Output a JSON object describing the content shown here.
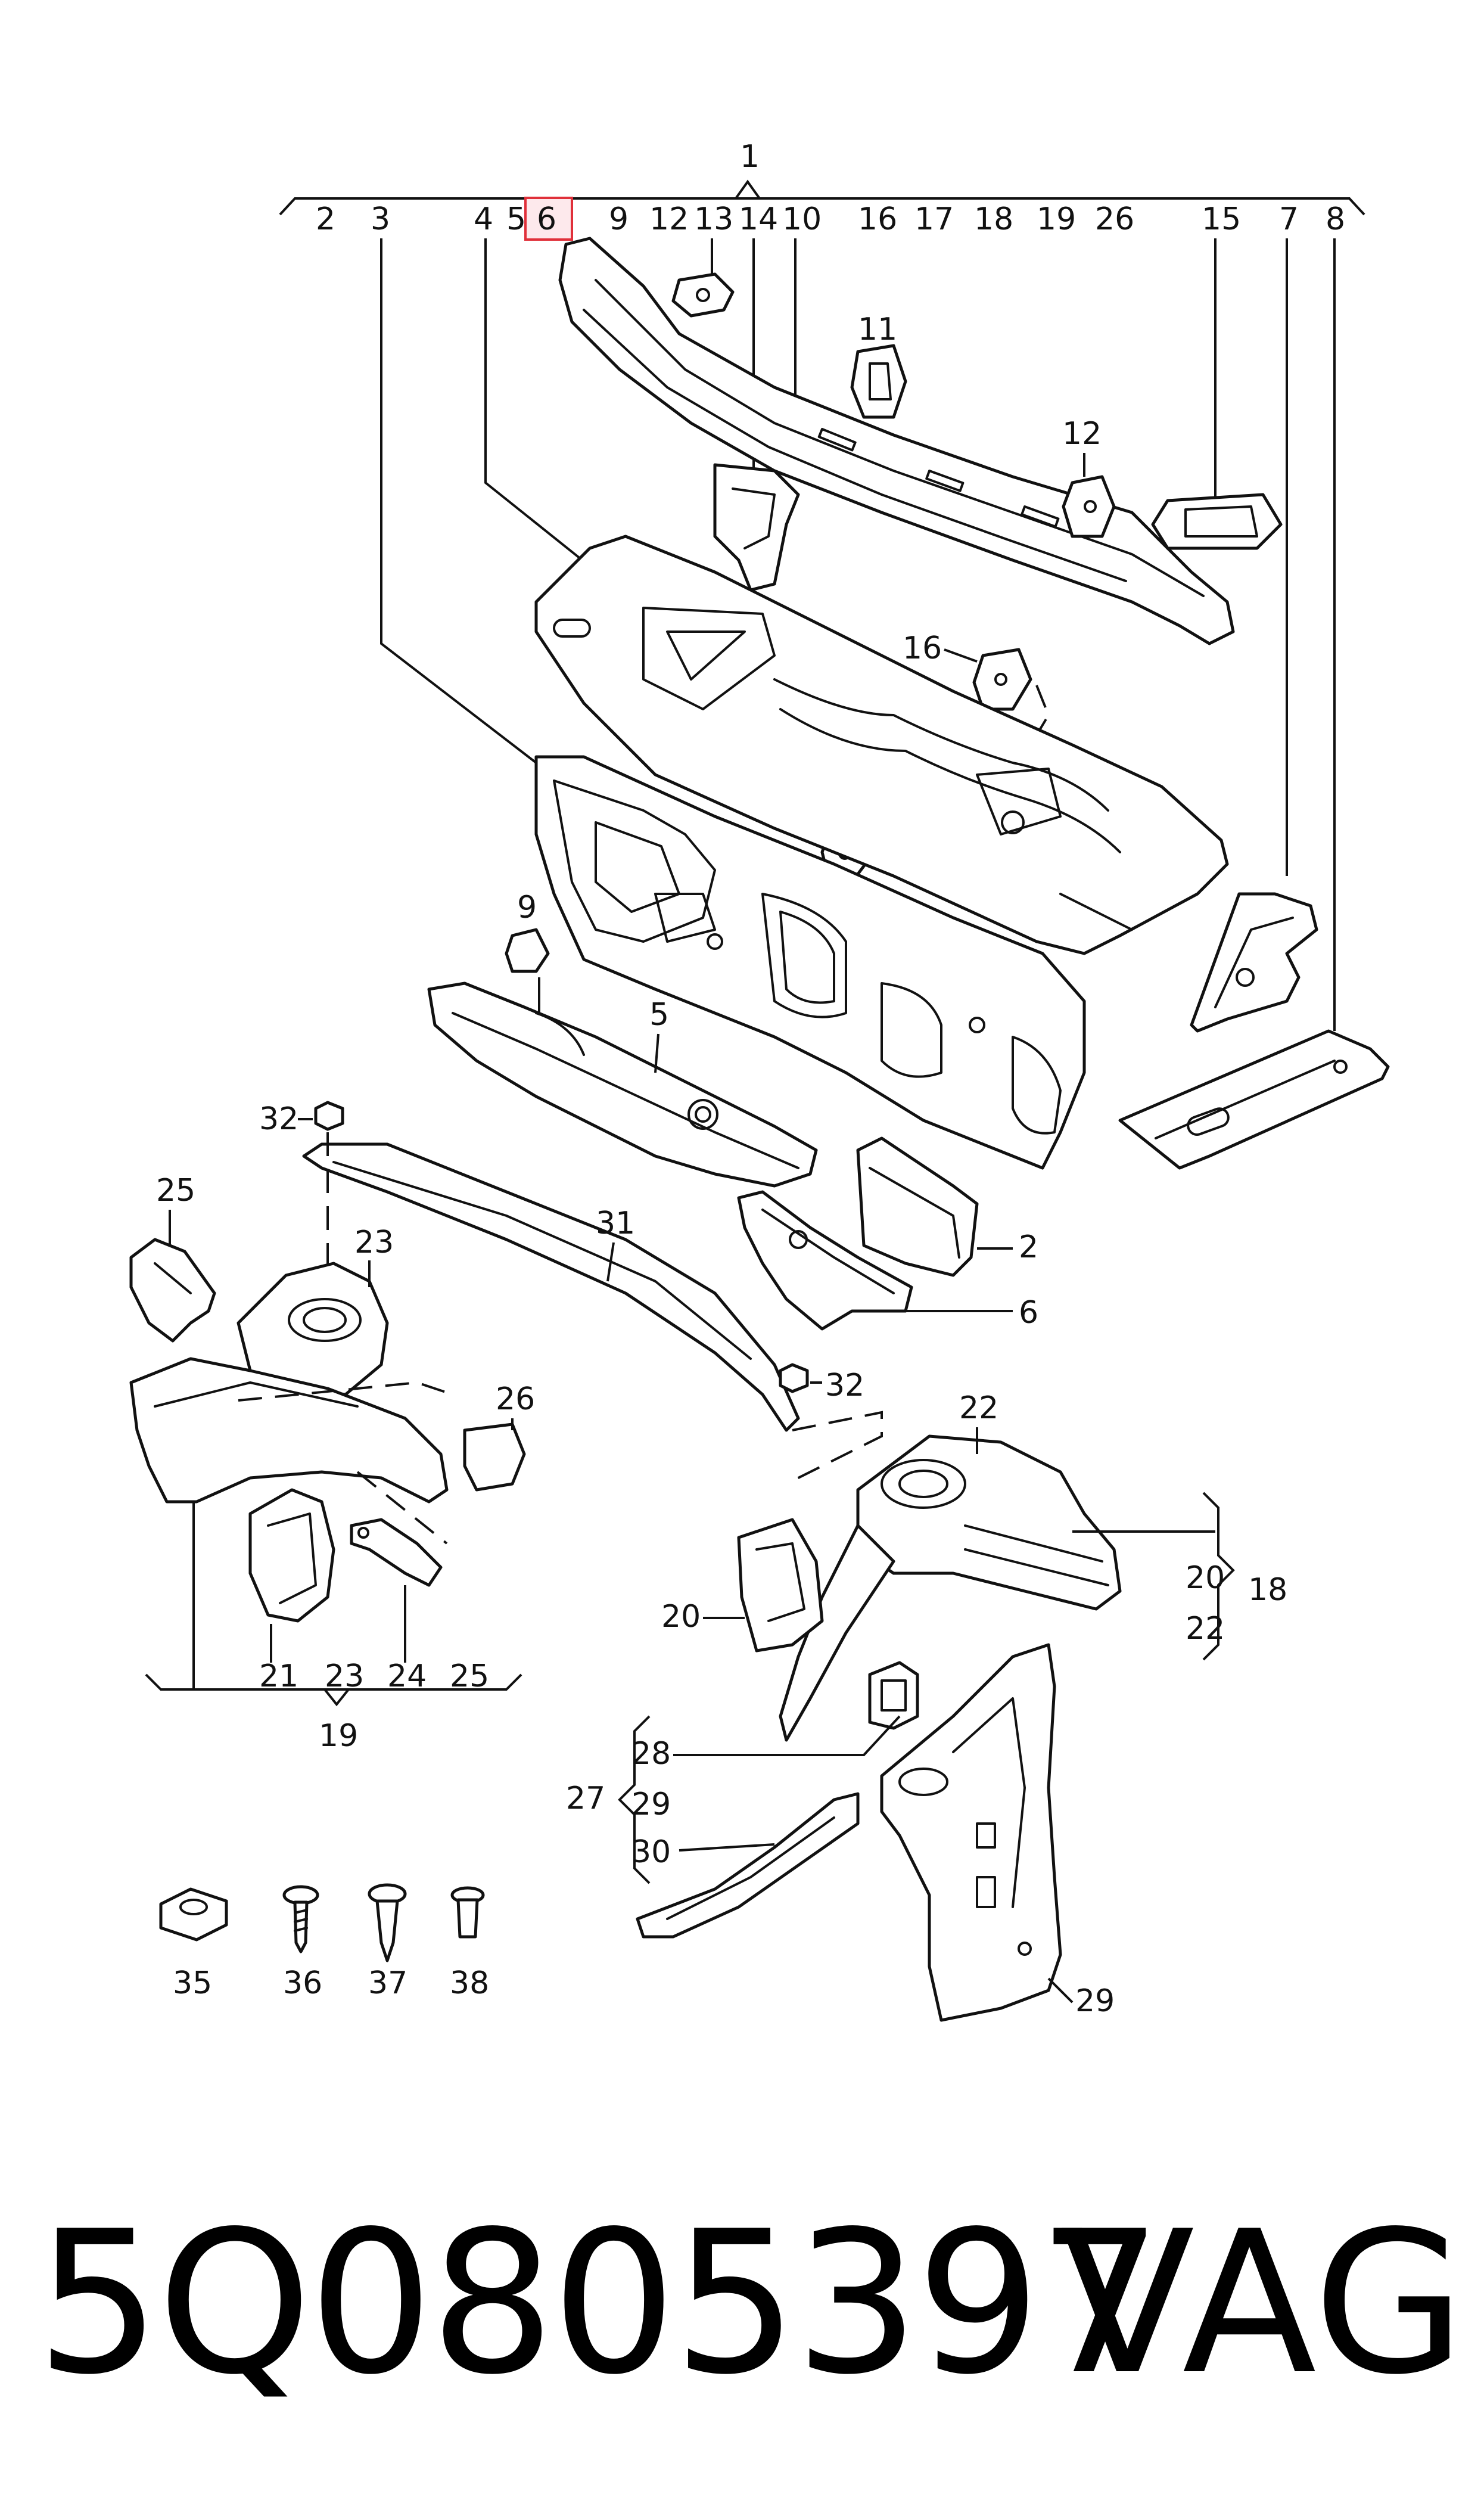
{
  "callouts": {
    "c1": "1",
    "c2": "2",
    "c3": "3",
    "c4": "4",
    "c5": "5",
    "c6": "6",
    "c7": "7",
    "c8": "8",
    "c9": "9",
    "c10": "10",
    "c11": "11",
    "c12": "12",
    "c13": "13",
    "c14": "14",
    "c15": "15",
    "c16": "16",
    "c17": "17",
    "c18": "18",
    "c19": "19",
    "c20": "20",
    "c21": "21",
    "c22": "22",
    "c23": "23",
    "c24": "24",
    "c25": "25",
    "c26": "26",
    "c27": "27",
    "c28": "28",
    "c29": "29",
    "c30": "30",
    "c31": "31",
    "c32": "32",
    "c35": "35",
    "c36": "36",
    "c37": "37",
    "c38": "38"
  },
  "highlighted_callout": "6",
  "part_number": "5Q0805397",
  "brand": "VAG"
}
